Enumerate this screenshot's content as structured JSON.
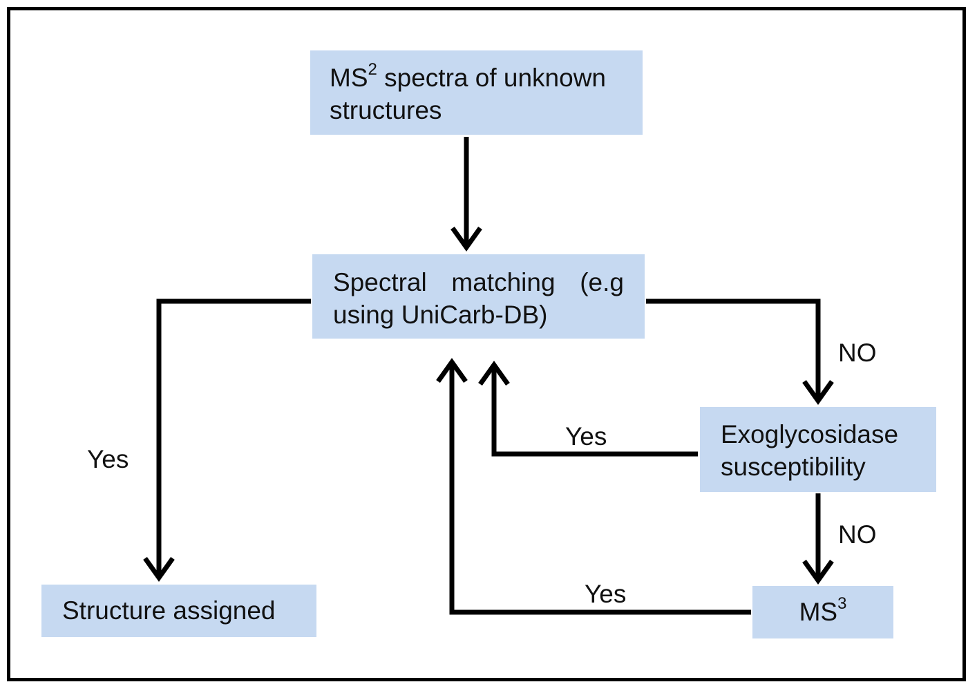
{
  "nodes": {
    "ms2_spectra": {
      "prefix": "MS",
      "sup": "2",
      "rest": " spectra of unknown",
      "line2": "structures"
    },
    "spectral_matching": {
      "words": [
        "Spectral",
        "matching",
        "(e.g"
      ],
      "line2": "using UniCarb-DB)"
    },
    "exoglycosidase": {
      "line1": "Exoglycosidase",
      "line2": "susceptibility"
    },
    "structure_assigned": {
      "text": "Structure assigned"
    },
    "ms3": {
      "prefix": "MS",
      "sup": "3"
    }
  },
  "edge_labels": {
    "match_to_assigned": "Yes",
    "match_to_exo": "NO",
    "exo_to_match": "Yes",
    "exo_to_ms3": "NO",
    "ms3_to_match": "Yes"
  },
  "colors": {
    "node_fill": "#c6d9f1",
    "line": "#000000"
  }
}
